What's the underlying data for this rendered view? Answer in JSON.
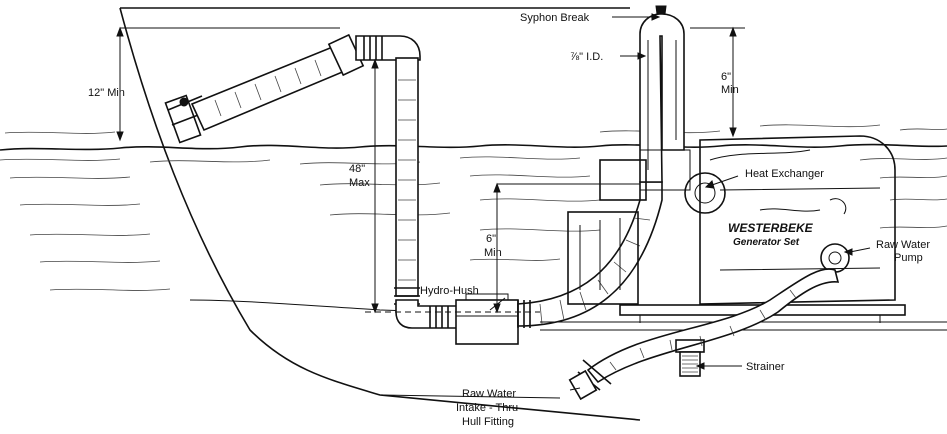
{
  "labels": {
    "syphon_break": "Syphon Break",
    "id_size": "⅞\" I.D.",
    "six_min_top_val": "6\"",
    "six_min_top_unit": "Min",
    "twelve_min": "12\" Min",
    "forty_eight_val": "48\"",
    "forty_eight_unit": "Max",
    "six_min_mid_val": "6\"",
    "six_min_mid_unit": "Min",
    "hydro_hush": "Hydro-Hush",
    "heat_exchanger": "Heat Exchanger",
    "brand": "WESTERBEKE",
    "generator_set": "Generator Set",
    "raw_water_pump_1": "Raw Water",
    "raw_water_pump_2": "Pump",
    "strainer": "Strainer",
    "intake_1": "Raw Water",
    "intake_2": "Intake - Thru",
    "intake_3": "Hull Fitting"
  }
}
